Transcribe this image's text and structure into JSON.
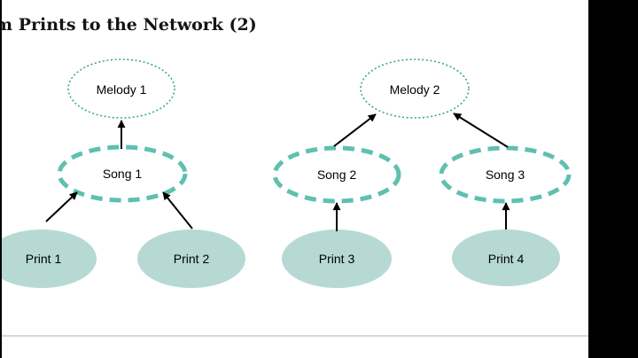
{
  "slide": {
    "title": "m Prints to the Network (2)"
  },
  "diagram": {
    "melody_nodes": [
      {
        "label": "Melody 1"
      },
      {
        "label": "Melody 2"
      }
    ],
    "song_nodes": [
      {
        "label": "Song 1"
      },
      {
        "label": "Song 2"
      },
      {
        "label": "Song 3"
      }
    ],
    "print_nodes": [
      {
        "label": "Print 1"
      },
      {
        "label": "Print 2"
      },
      {
        "label": "Print 3"
      },
      {
        "label": "Print 4"
      }
    ],
    "edges": [
      "Song 1 -> Melody 1",
      "Print 1 -> Song 1",
      "Print 2 -> Song 1",
      "Song 2 -> Melody 2",
      "Song 3 -> Melody 2",
      "Print 3 -> Song 2",
      "Print 4 -> Song 3"
    ]
  },
  "colors": {
    "melody_outline": "#3aa795",
    "song_outline": "#5fc0b0",
    "print_fill": "#b6d9d3",
    "arrow": "#000000",
    "divider_line": "#d8d8d8",
    "letterbox": "#000000",
    "background": "#ffffff",
    "text": "#000000"
  }
}
